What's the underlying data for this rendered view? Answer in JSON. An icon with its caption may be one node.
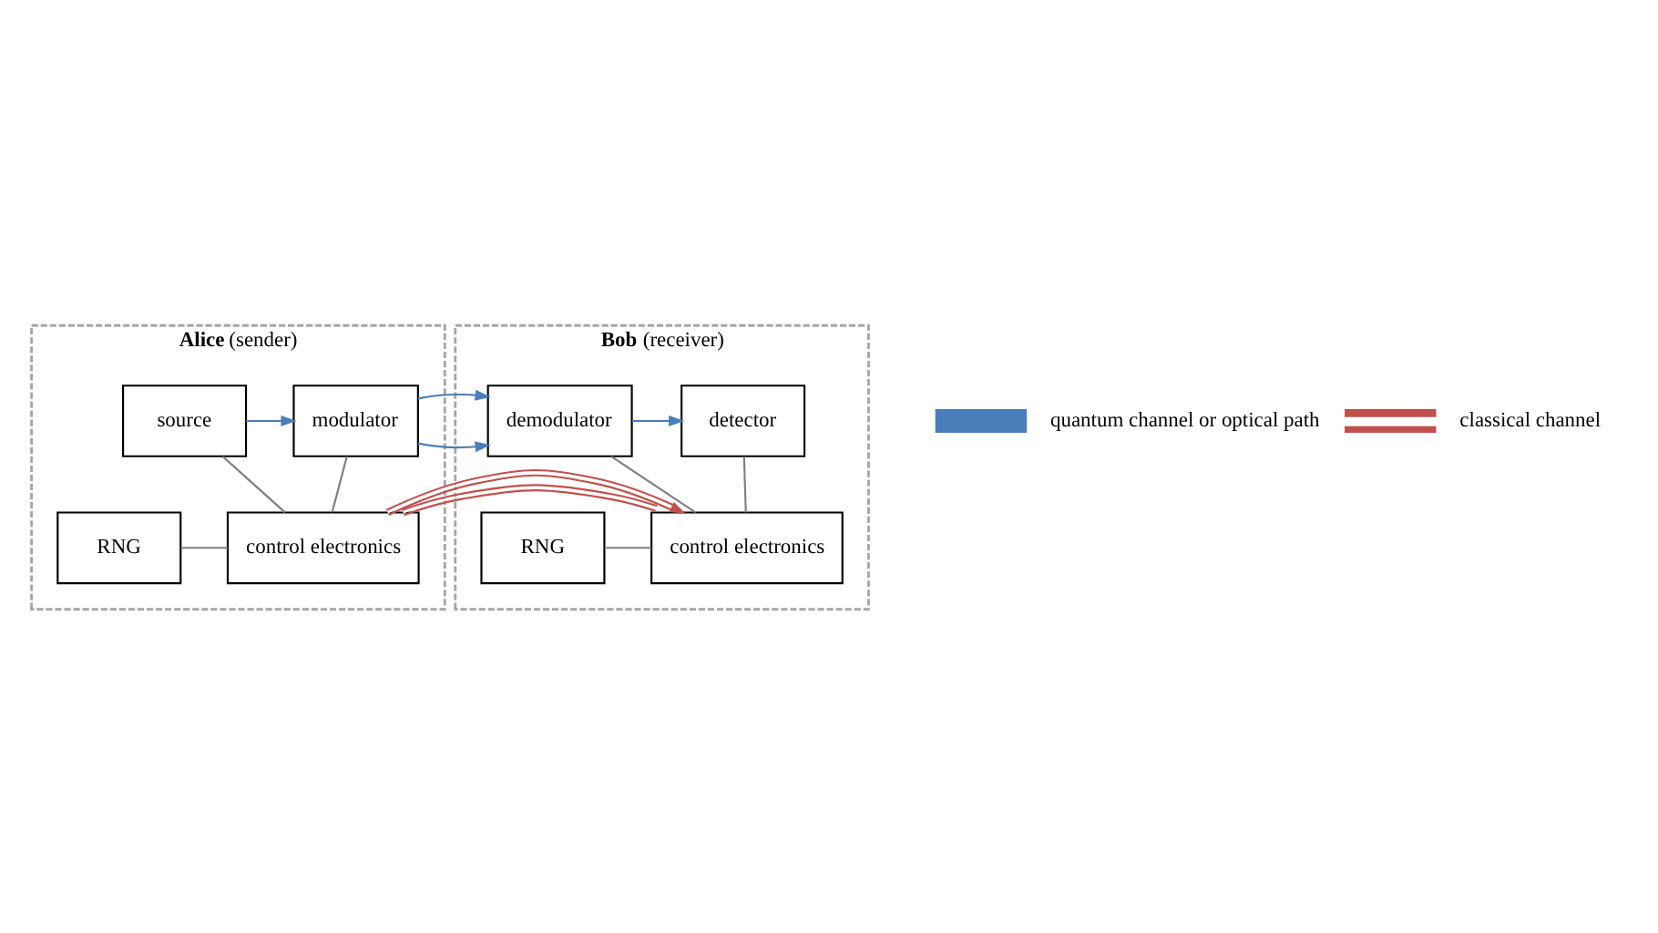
{
  "diagram": {
    "nodes": [
      {
        "text": [
          "**Alice** (sender)"
        ]
      },
      {
        "text": [
          "source"
        ],
        "in": 0
      },
      {
        "text": [
          "modulator"
        ],
        "in": 0
      },
      {
        "text": [
          "RNG"
        ],
        "in": 0
      },
      {
        "text": [
          "control electronics"
        ],
        "in": 0
      },
      {
        "text": [
          "**Bob** (receiver)"
        ]
      },
      {
        "text": [
          "demodulator"
        ],
        "in": 5
      },
      {
        "text": [
          "detector"
        ],
        "in": 5
      },
      {
        "text": [
          "control electronics"
        ],
        "in": 5
      },
      {
        "text": [
          "RNG"
        ],
        "in": 5
      }
    ],
    "edges": [
      {
        "from": 1,
        "to": 2,
        "arrow": "to",
        "color": "#4a7ebb"
      },
      {
        "from": 2,
        "to": 6,
        "arrow": "to",
        "color": "#4a7ebb"
      },
      {
        "from": 6,
        "to": 7,
        "arrow": "to",
        "color": "#4a7ebb"
      },
      {
        "from": 1,
        "to": 4,
        "arrow": "none"
      },
      {
        "from": 2,
        "to": 4,
        "arrow": "none"
      },
      {
        "from": 3,
        "to": 4,
        "arrow": "none"
      },
      {
        "from": 4,
        "to": 8,
        "arrow": "to",
        "color": "#c0504d"
      },
      {
        "from": 6,
        "to": 8,
        "arrow": "none"
      },
      {
        "from": 7,
        "to": 8,
        "arrow": "none"
      },
      {
        "from": 9,
        "to": 8,
        "arrow": "none"
      }
    ],
    "legend": [
      {
        "text": "quantum channel or optical path"
      },
      {
        "text": "classical channel"
      }
    ]
  }
}
